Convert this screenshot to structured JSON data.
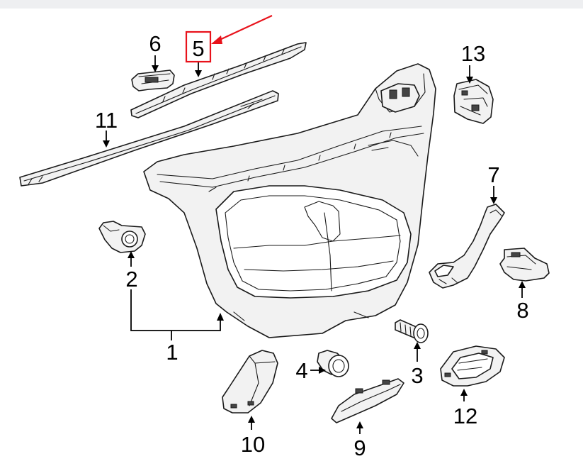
{
  "callouts": [
    {
      "id": "1",
      "text": "1"
    },
    {
      "id": "2",
      "text": "2"
    },
    {
      "id": "3",
      "text": "3"
    },
    {
      "id": "4",
      "text": "4"
    },
    {
      "id": "5",
      "text": "5"
    },
    {
      "id": "6",
      "text": "6"
    },
    {
      "id": "7",
      "text": "7"
    },
    {
      "id": "8",
      "text": "8"
    },
    {
      "id": "9",
      "text": "9"
    },
    {
      "id": "10",
      "text": "10"
    },
    {
      "id": "11",
      "text": "11"
    },
    {
      "id": "12",
      "text": "12"
    },
    {
      "id": "13",
      "text": "13"
    }
  ],
  "highlight": {
    "callout": "5",
    "color": "#e8121b"
  },
  "colors": {
    "line": "#1a1a1a",
    "part_fill": "#f2f2f2",
    "background": "#ffffff",
    "top_bar": "#eeeff1"
  }
}
